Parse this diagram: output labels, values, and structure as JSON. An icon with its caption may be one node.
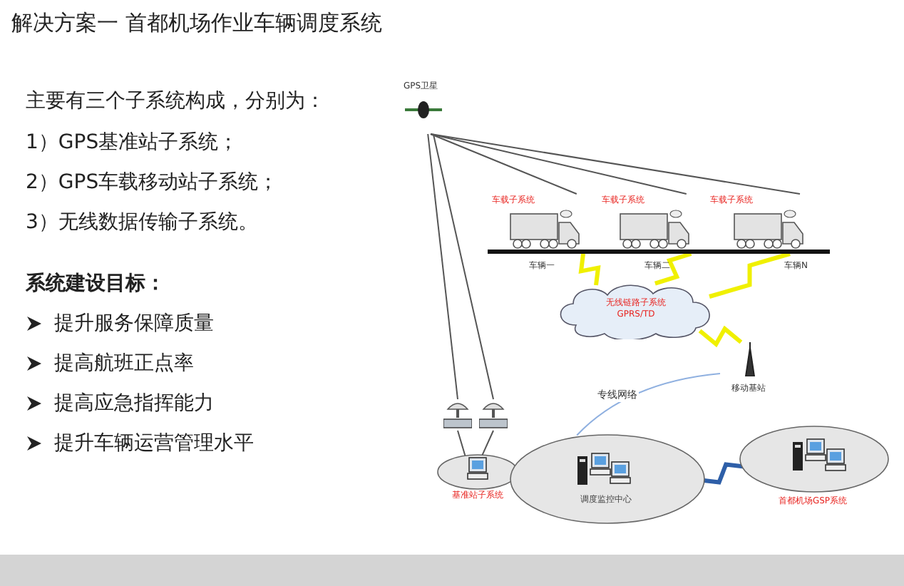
{
  "diagram": {
    "title": "解决方案一 首都机场作业车辆调度系统",
    "nodes": [
      {
        "text": [
          "GPS卫星"
        ]
      },
      {
        "text": [
          "车载子系统"
        ],
        "beside": [
          "车辆一"
        ]
      },
      {
        "text": [
          "车载子系统"
        ],
        "beside": [
          "车辆二"
        ]
      },
      {
        "text": [
          "车载子系统"
        ],
        "beside": [
          "车辆N"
        ]
      },
      {
        "text": [
          "无线链路子系统 GPRS/TD"
        ]
      },
      {
        "text": [
          "移动基站"
        ]
      },
      {
        "text": [],
        "shape": "picture"
      },
      {
        "text": [],
        "shape": "picture"
      },
      {
        "text": [
          "基准站子系统"
        ]
      },
      {
        "text": [
          "调度监控中心"
        ]
      },
      {
        "text": [
          "首都机场GSP系统"
        ]
      }
    ],
    "edges": [
      {
        "from": 0,
        "to": 1,
        "arrow": "none"
      },
      {
        "from": 0,
        "to": 2,
        "arrow": "none"
      },
      {
        "from": 0,
        "to": 3,
        "arrow": "none"
      },
      {
        "from": 0,
        "to": 6,
        "arrow": "none"
      },
      {
        "from": 0,
        "to": 7,
        "arrow": "none"
      },
      {
        "from": 1,
        "to": 4,
        "arrow": "none",
        "style": "thick",
        "color": "#f0f000"
      },
      {
        "from": 2,
        "to": 4,
        "arrow": "none",
        "style": "thick",
        "color": "#f0f000"
      },
      {
        "from": 3,
        "to": 4,
        "arrow": "none",
        "style": "thick",
        "color": "#f0f000"
      },
      {
        "from": 4,
        "to": 5,
        "arrow": "none",
        "style": "thick",
        "color": "#f0f000"
      },
      {
        "from": 5,
        "to": 9,
        "arrow": "none",
        "label": "专线网络",
        "color": "#8fb0e0"
      },
      {
        "from": 6,
        "to": 8,
        "arrow": "none"
      },
      {
        "from": 7,
        "to": 8,
        "arrow": "none"
      },
      {
        "from": 9,
        "to": 10,
        "arrow": "none",
        "style": "thick",
        "color": "#2e5fa8"
      }
    ],
    "labels": [
      "主要有三个子系统构成，分别为：",
      "1）GPS基准站子系统；",
      "2）GPS车载移动站子系统；",
      "3）无线数据传输子系统。",
      "系统建设目标：",
      "提升服务保障质量",
      "提高航班正点率",
      "提高应急指挥能力",
      "提升车辆运营管理水平"
    ]
  }
}
